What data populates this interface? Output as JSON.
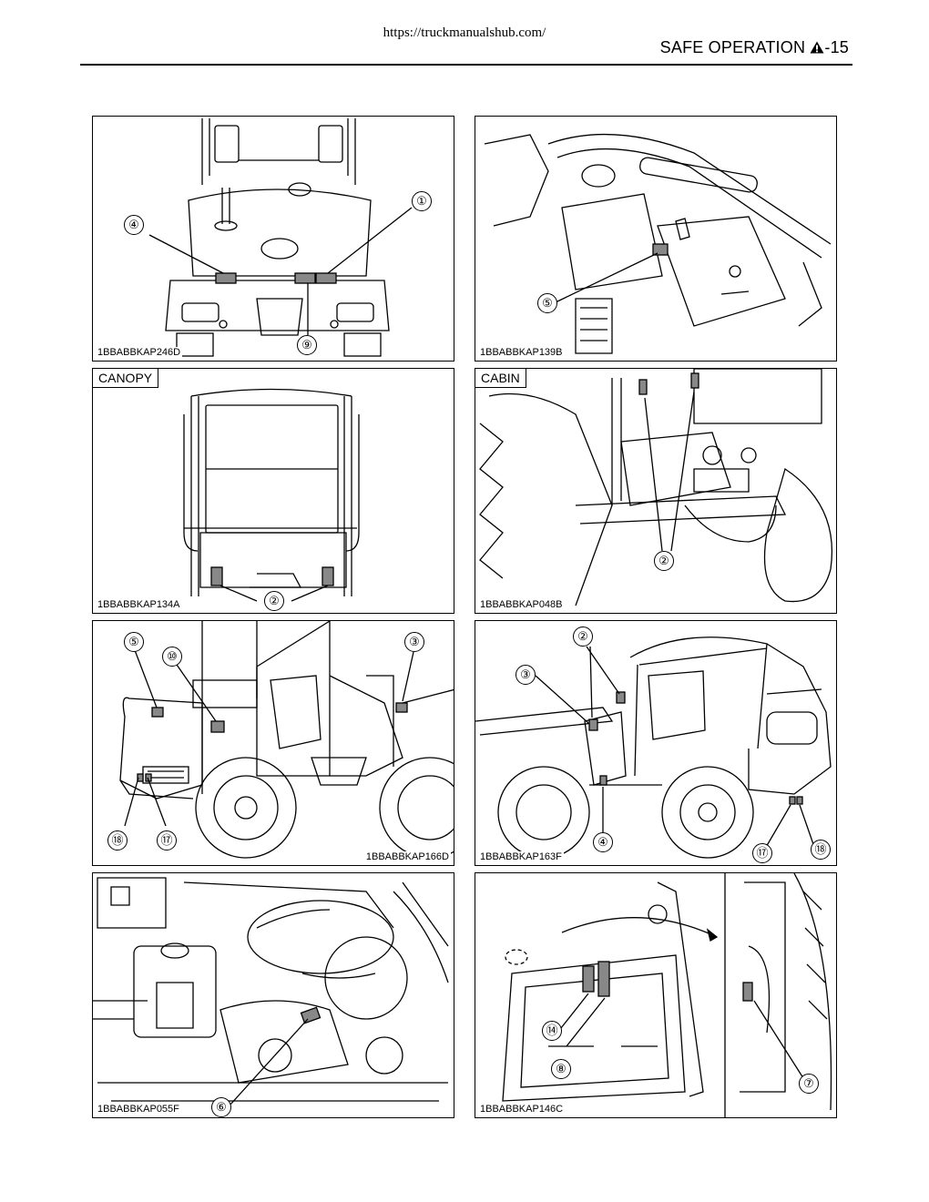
{
  "page": {
    "url": "https://truckmanualshub.com/",
    "section_title": "SAFE OPERATION",
    "page_number": "-15",
    "warning_icon": "warning-triangle-icon"
  },
  "panels": {
    "p1": {
      "code": "1BBABBKAP246D",
      "callouts": [
        "①",
        "④",
        "⑨"
      ]
    },
    "p2": {
      "code": "1BBABBKAP139B",
      "callouts": [
        "⑤"
      ]
    },
    "p3": {
      "tag": "CANOPY",
      "code": "1BBABBKAP134A",
      "callouts": [
        "②"
      ]
    },
    "p4": {
      "tag": "CABIN",
      "code": "1BBABBKAP048B",
      "callouts": [
        "②"
      ]
    },
    "p5": {
      "code": "1BBABBKAP166D",
      "callouts": [
        "⑤",
        "⑩",
        "③",
        "⑱",
        "⑰"
      ]
    },
    "p6": {
      "code": "1BBABBKAP163F",
      "callouts": [
        "②",
        "③",
        "④",
        "⑰",
        "⑱"
      ]
    },
    "p7": {
      "code": "1BBABBKAP055F",
      "callouts": [
        "⑥"
      ]
    },
    "p8": {
      "code": "1BBABBKAP146C",
      "callouts": [
        "⑭",
        "⑧",
        "⑦"
      ]
    }
  }
}
